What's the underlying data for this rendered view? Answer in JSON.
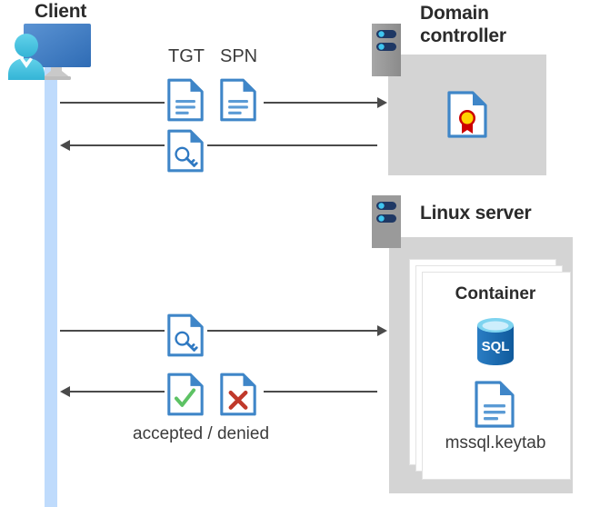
{
  "diagram": {
    "title_client": "Client",
    "title_domain_controller": "Domain\ncontroller",
    "title_linux_server": "Linux server",
    "title_container": "Container",
    "label_tgt": "TGT",
    "label_spn": "SPN",
    "label_keytab": "mssql.keytab",
    "label_result": "accepted / denied",
    "label_sql": "SQL"
  },
  "icons": {
    "client": "client-workstation-icon",
    "server_rack": "server-rack-icon",
    "certificate": "certificate-document-icon",
    "ticket": "key-document-icon",
    "document": "text-document-icon",
    "accepted": "approved-document-icon",
    "denied": "rejected-document-icon",
    "database": "sql-database-icon"
  },
  "colors": {
    "panel_gray": "#d4d4d4",
    "lifeline_blue": "#bfdbfc",
    "doc_blue": "#3a7ebf",
    "doc_fold_blue": "#2f7cc4",
    "accent_blue": "#2f79c2",
    "monitor_blue": "#3e79c0",
    "person_cyan": "#4ec3e0",
    "server_gray": "#949494",
    "server_navy": "#1f3864",
    "check_green": "#5dc264",
    "cross_red": "#c0392b",
    "seal_yellow": "#ffd400",
    "seal_red": "#cc0000",
    "sql_blue": "#1d6cb0",
    "arrow_gray": "#4a4a4a",
    "text_dark": "#3b3b3b"
  },
  "flows": [
    {
      "name": "tgt-spn-request",
      "direction": "right",
      "label_left": "TGT",
      "label_right": "SPN"
    },
    {
      "name": "ticket-response",
      "direction": "left"
    },
    {
      "name": "ticket-presented",
      "direction": "right"
    },
    {
      "name": "auth-result",
      "direction": "left",
      "label": "accepted / denied"
    }
  ]
}
